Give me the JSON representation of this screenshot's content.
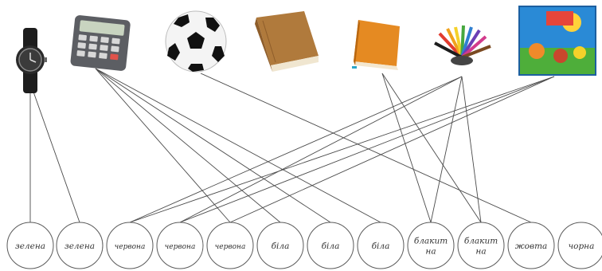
{
  "objects": [
    {
      "id": "watch",
      "icon": "wristwatch-icon"
    },
    {
      "id": "calculator",
      "icon": "calculator-icon"
    },
    {
      "id": "ball",
      "icon": "soccer-ball-icon"
    },
    {
      "id": "book",
      "icon": "book-icon"
    },
    {
      "id": "notebook",
      "icon": "orange-notebook-icon"
    },
    {
      "id": "pencils",
      "icon": "colored-pencils-icon"
    },
    {
      "id": "picture_book",
      "icon": "picture-book-icon"
    }
  ],
  "words": [
    {
      "lines": [
        "зелена"
      ]
    },
    {
      "lines": [
        "зелена"
      ]
    },
    {
      "lines": [
        "червона"
      ]
    },
    {
      "lines": [
        "червона"
      ]
    },
    {
      "lines": [
        "червона"
      ]
    },
    {
      "lines": [
        "біла"
      ]
    },
    {
      "lines": [
        "біла"
      ]
    },
    {
      "lines": [
        "біла"
      ]
    },
    {
      "lines": [
        "блакит",
        "на"
      ]
    },
    {
      "lines": [
        "блакит",
        "на"
      ]
    },
    {
      "lines": [
        "жовта"
      ]
    },
    {
      "lines": [
        "чорна"
      ]
    }
  ],
  "connections": [
    [
      "watch",
      0
    ],
    [
      "watch",
      1
    ],
    [
      "calculator",
      4
    ],
    [
      "calculator",
      5
    ],
    [
      "calculator",
      6
    ],
    [
      "calculator",
      7
    ],
    [
      "ball",
      10
    ],
    [
      "notebook",
      8
    ],
    [
      "notebook",
      9
    ],
    [
      "pencils",
      2
    ],
    [
      "pencils",
      3
    ],
    [
      "pencils",
      8
    ],
    [
      "pencils",
      9
    ],
    [
      "picture_book",
      2
    ],
    [
      "picture_book",
      3
    ],
    [
      "picture_book",
      4
    ]
  ],
  "colors": {
    "line": "#4a4a4a",
    "node_stroke": "#5a5a5a",
    "node_fill": "#ffffff"
  }
}
